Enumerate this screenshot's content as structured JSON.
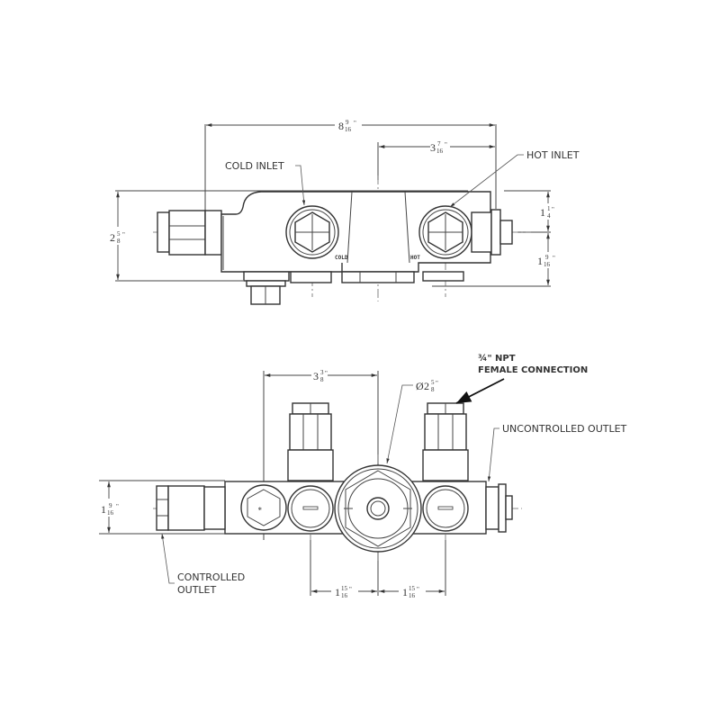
{
  "drawing": {
    "top_view": {
      "labels": {
        "cold_inlet": "COLD INLET",
        "hot_inlet": "HOT INLET",
        "cold_stamp": "COLD",
        "hot_stamp": "HOT"
      },
      "dimensions": {
        "overall_length": {
          "whole": "8",
          "num": "9",
          "den": "16",
          "unit": "\""
        },
        "center_to_hot": {
          "whole": "3",
          "num": "7",
          "den": "16",
          "unit": "\""
        },
        "height_left": {
          "whole": "2",
          "num": "5",
          "den": "8",
          "unit": "\""
        },
        "upper_right": {
          "whole": "1",
          "num": "1",
          "den": "4",
          "unit": "\""
        },
        "lower_right": {
          "whole": "1",
          "num": "9",
          "den": "16",
          "unit": "\""
        }
      }
    },
    "front_view": {
      "labels": {
        "npt_line1": "¾\"  NPT",
        "npt_line2": "FEMALE CONNECTION",
        "uncontrolled_outlet": "UNCONTROLLED OUTLET",
        "controlled_outlet_line1": "CONTROLLED",
        "controlled_outlet_line2": "OUTLET"
      },
      "dimensions": {
        "port_spacing": {
          "whole": "3",
          "num": "3",
          "den": "8",
          "unit": "\""
        },
        "diameter": {
          "prefix": "Ø",
          "whole": "2",
          "num": "5",
          "den": "8",
          "unit": "\""
        },
        "height_left": {
          "whole": "1",
          "num": "9",
          "den": "16",
          "unit": "\""
        },
        "left_offset": {
          "whole": "1",
          "num": "15",
          "den": "16",
          "unit": "\""
        },
        "right_offset": {
          "whole": "1",
          "num": "15",
          "den": "16",
          "unit": "\""
        }
      }
    }
  }
}
